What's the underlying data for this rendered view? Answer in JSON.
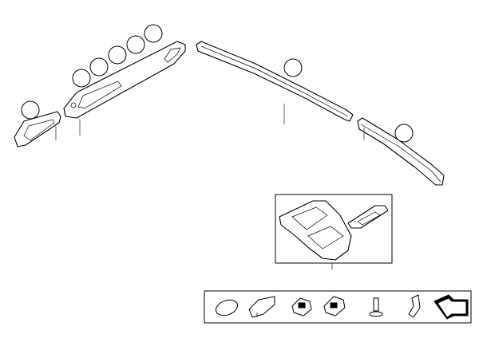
{
  "diagram": {
    "callouts": [
      {
        "id": "callout-1",
        "label": ""
      },
      {
        "id": "callout-2",
        "label": ""
      },
      {
        "id": "callout-3",
        "label": ""
      },
      {
        "id": "callout-4",
        "label": ""
      },
      {
        "id": "callout-5",
        "label": ""
      },
      {
        "id": "callout-6",
        "label": ""
      },
      {
        "id": "callout-7",
        "label": ""
      },
      {
        "id": "callout-8",
        "label": ""
      }
    ],
    "parts": [
      "small-trim-strip",
      "dashboard-trim-strip",
      "long-door-trim-strip",
      "rear-door-trim-strip",
      "center-console-trim",
      "small-cover-trim"
    ],
    "hardware_icons": [
      "oval-clip-icon",
      "angled-bracket-icon",
      "square-clip-icon",
      "expanding-clip-icon",
      "push-pin-icon",
      "spring-clip-icon",
      "arrow-tool-icon"
    ]
  }
}
